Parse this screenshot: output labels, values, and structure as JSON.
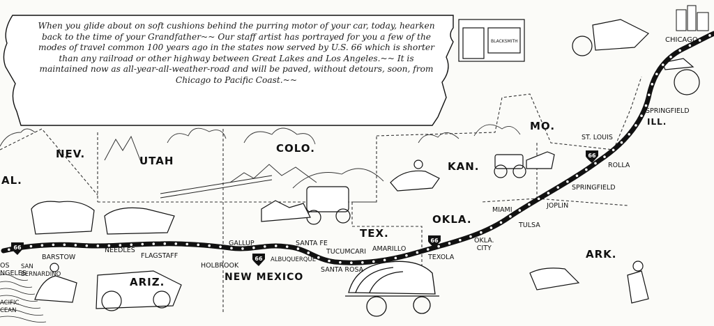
{
  "caption": "When you glide about on soft cushions behind the purring motor of your car, today, hearken back to the time of your Grandfather~~ Our staff artist has portrayed for you a few of the modes of travel common 100 years ago in the states now served by U.S. 66 which is shorter than any railroad or other highway between Great Lakes and Los Angeles.~~ It is maintained now as all-year-all-weather-road and will be paved, without detours, soon, from Chicago to Pacific Coast.~~",
  "states": {
    "cal": "AL.",
    "nev": "NEV.",
    "utah": "UTAH",
    "colo": "COLO.",
    "kan": "KAN.",
    "mo": "MO.",
    "ill": "ILL.",
    "ariz": "ARIZ.",
    "new_mexico": "NEW MEXICO",
    "tex": "TEX.",
    "okla": "OKLA.",
    "ark": "ARK."
  },
  "cities": {
    "los_angeles": "OS\nNGELES",
    "san_bernardino": "SAN\nBERNARDINO",
    "barstow": "BARSTOW",
    "needles": "NEEDLES",
    "flagstaff": "FLAGSTAFF",
    "holbrook": "HOLBROOK",
    "gallup": "GALLUP",
    "albuquerque": "ALBUQUERQUE",
    "santa_fe": "SANTA FE",
    "santa_rosa": "SANTA ROSA",
    "tucumcari": "TUCUMCARI",
    "amarillo": "AMARILLO",
    "texola": "TEXOLA",
    "okla_city": "OKLA.\nCITY",
    "tulsa": "TULSA",
    "miami": "MIAMI",
    "joplin": "JOPLIN",
    "springfield_mo": "SPRINGFIELD",
    "rolla": "ROLLA",
    "st_louis": "ST. LOUIS",
    "springfield_ill": "SPRINGFIELD",
    "chicago": "CHICAGO",
    "pacific_ocean": "ACIFIC\nCEAN"
  },
  "shield_number": "66",
  "storefront_sign": "BLACKSMITH"
}
